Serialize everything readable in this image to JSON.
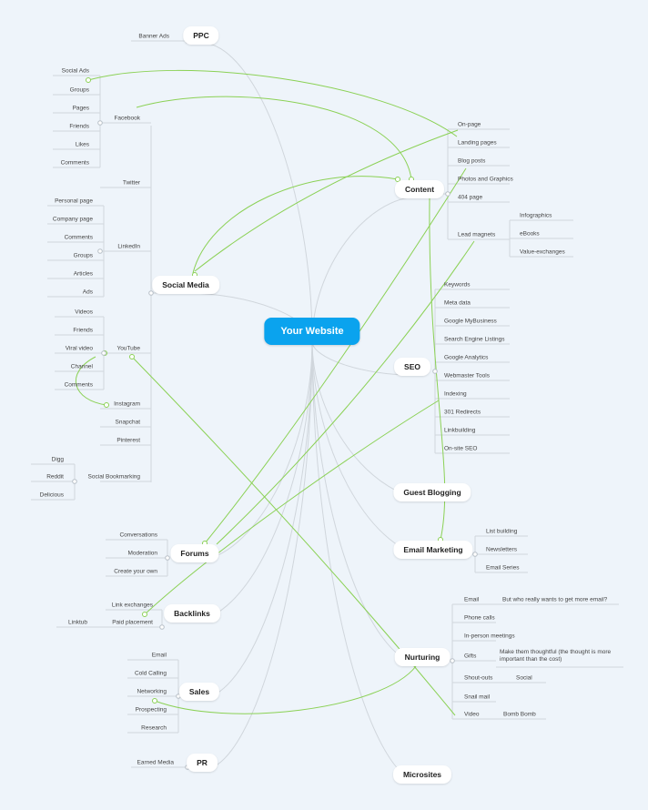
{
  "colors": {
    "connector": "#d0d6dc",
    "relation": "#8bd155",
    "center": "#0aa3ee",
    "background": "#eef4fa"
  },
  "center": "Your Website",
  "main": {
    "ppc": "PPC",
    "social_media": "Social Media",
    "content": "Content",
    "seo": "SEO",
    "guest_blogging": "Guest Blogging",
    "email_marketing": "Email Marketing",
    "forums": "Forums",
    "backlinks": "Backlinks",
    "nurturing": "Nurturing",
    "sales": "Sales",
    "pr": "PR",
    "microsites": "Microsites"
  },
  "ppc": {
    "banner_ads": "Banner Ads"
  },
  "social_media": {
    "facebook": "Facebook",
    "facebook_items": [
      "Social Ads",
      "Groups",
      "Pages",
      "Friends",
      "Likes",
      "Comments"
    ],
    "twitter": "Twitter",
    "linkedin": "LinkedIn",
    "linkedin_items": [
      "Personal page",
      "Company page",
      "Comments",
      "Groups",
      "Articles",
      "Ads"
    ],
    "youtube": "YouTube",
    "youtube_items": [
      "Videos",
      "Friends",
      "Viral video",
      "Channel",
      "Comments"
    ],
    "instagram": "Instagram",
    "snapchat": "Snapchat",
    "pinterest": "Pinterest",
    "social_bookmarking": "Social Bookmarking",
    "bookmarking_items": [
      "Digg",
      "Reddit",
      "Delicious"
    ]
  },
  "content": {
    "items": [
      "On-page",
      "Landing pages",
      "Blog posts",
      "Photos and Graphics",
      "404 page"
    ],
    "lead_magnets": "Lead magnets",
    "lead_magnet_items": [
      "Infographics",
      "eBooks",
      "Value-exchanges"
    ]
  },
  "seo": {
    "items": [
      "Keywords",
      "Meta data",
      "Google MyBusiness",
      "Search Engine Listings",
      "Google Analytics",
      "Webmaster Tools",
      "Indexing",
      "301 Redirects",
      "Linkbuilding",
      "On-site SEO"
    ]
  },
  "email_marketing": {
    "items": [
      "List building",
      "Newsletters",
      "Email Series"
    ]
  },
  "forums": {
    "items": [
      "Conversations",
      "Moderation",
      "Create your own"
    ]
  },
  "backlinks": {
    "link_exchanges": "Link exchanges",
    "paid_placement": "Paid placement",
    "linktub": "Linktub"
  },
  "sales": {
    "items": [
      "Email",
      "Cold Calling",
      "Networking",
      "Prospecting",
      "Research"
    ]
  },
  "pr": {
    "earned_media": "Earned Media"
  },
  "nurturing": {
    "email": "Email",
    "email_note": "But who really wants to get more email?",
    "phone_calls": "Phone calls",
    "in_person": "In-person meetings",
    "gifts": "Gifts",
    "gifts_note": "Make them thoughtful (the thought is more important than the cost)",
    "shout_outs": "Shout-outs",
    "social": "Social",
    "snail_mail": "Snail mail",
    "video": "Video",
    "bomb_bomb": "Bomb Bomb"
  }
}
